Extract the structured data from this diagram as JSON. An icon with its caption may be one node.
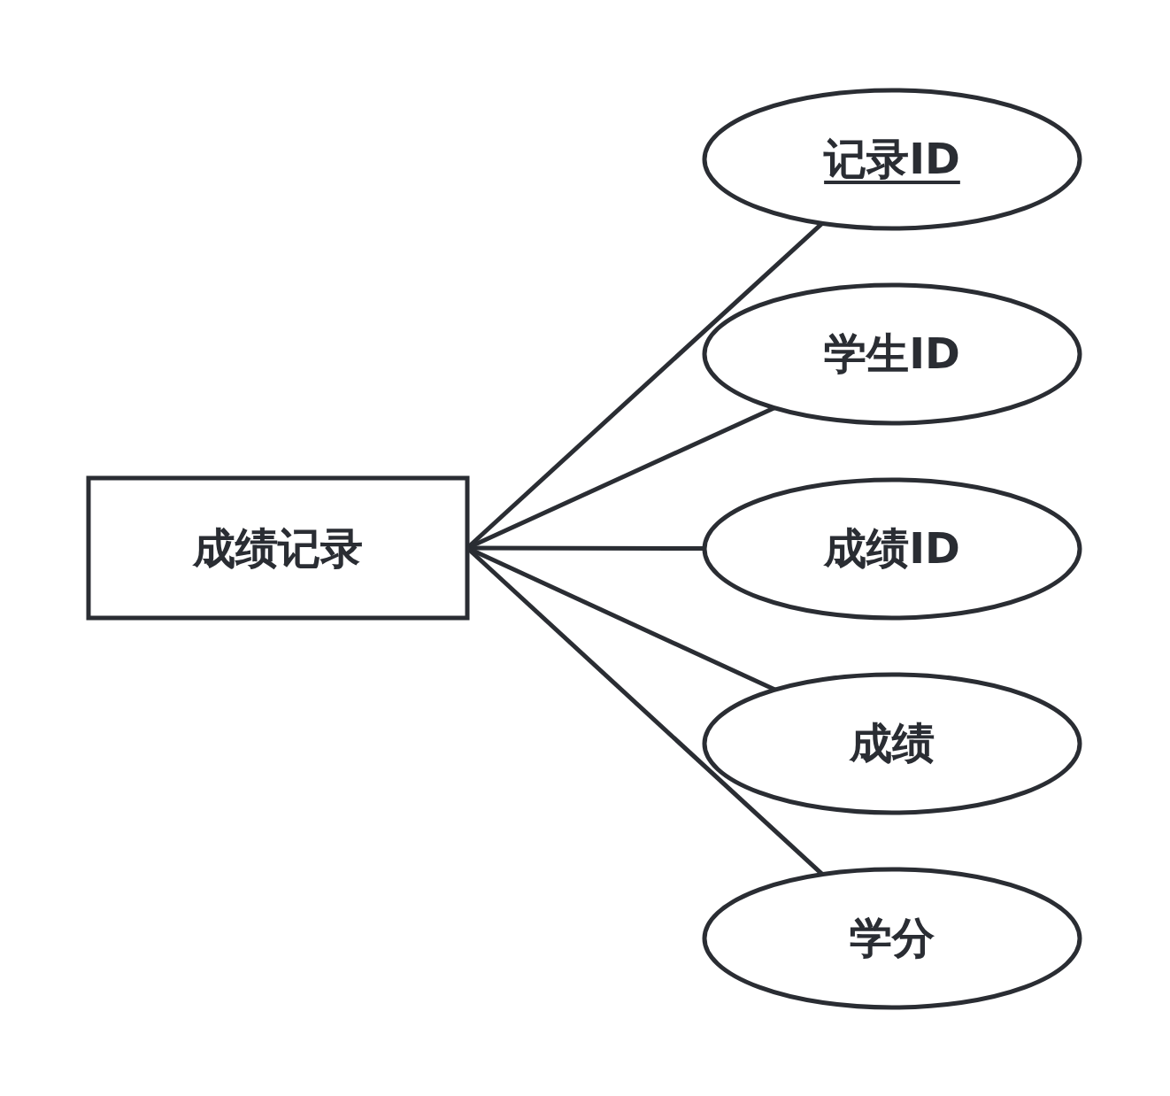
{
  "diagram": {
    "nodes": [
      {
        "text": [
          "成绩记录"
        ]
      },
      {
        "text": [
          "记录ID"
        ]
      },
      {
        "text": [
          "学生ID"
        ]
      },
      {
        "text": [
          "成绩ID"
        ]
      },
      {
        "text": [
          "成绩"
        ]
      },
      {
        "text": [
          "学分"
        ]
      }
    ],
    "edges": [
      {
        "from": 0,
        "to": 1,
        "arrow": "none"
      },
      {
        "from": 0,
        "to": 2,
        "arrow": "none"
      },
      {
        "from": 0,
        "to": 3,
        "arrow": "none"
      },
      {
        "from": 0,
        "to": 4,
        "arrow": "none"
      },
      {
        "from": 0,
        "to": 5,
        "arrow": "none"
      }
    ]
  }
}
